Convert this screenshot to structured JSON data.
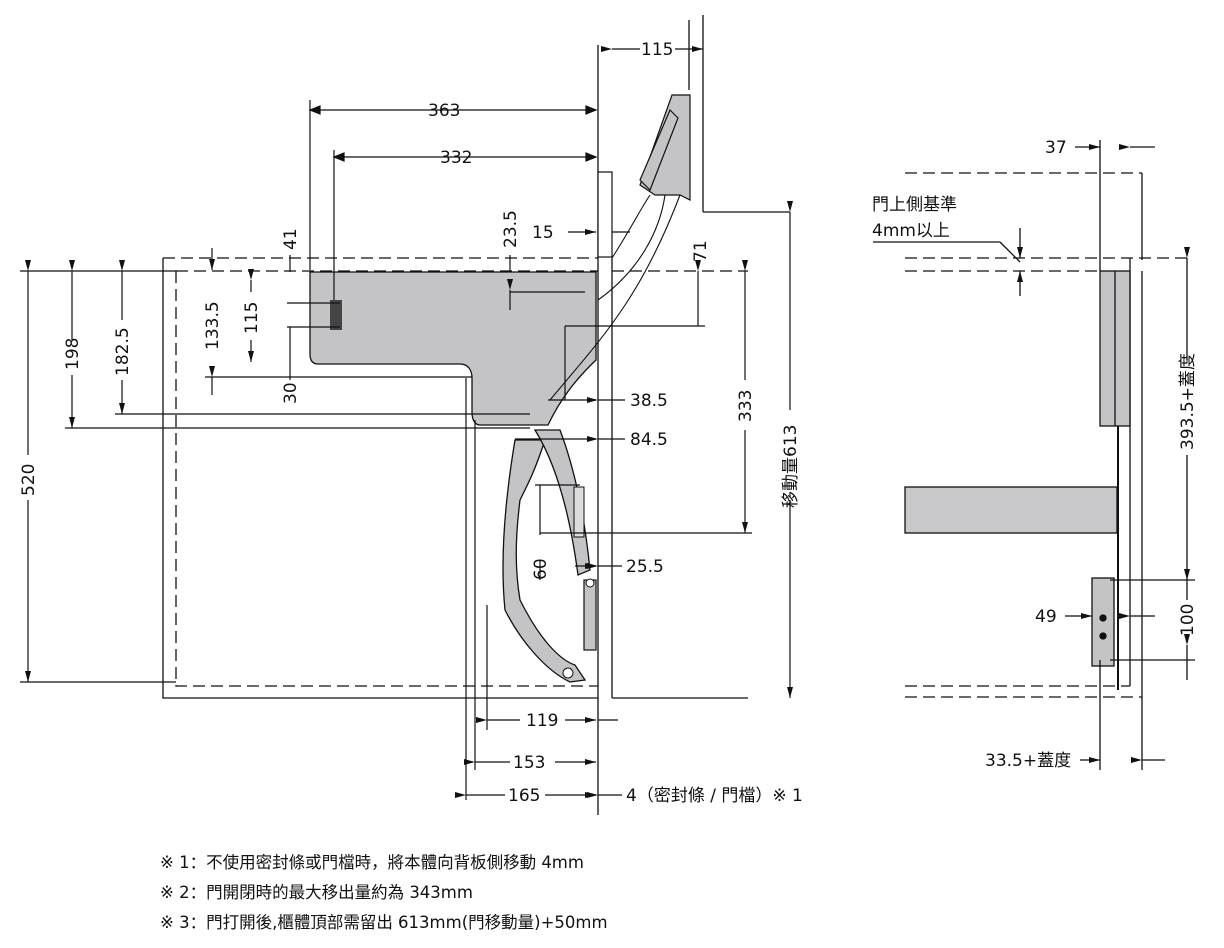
{
  "dimensions": {
    "d115_top": "115",
    "d363": "363",
    "d332": "332",
    "d23_5": "23.5",
    "d15": "15",
    "d41": "41",
    "d71": "71",
    "d133_5": "133.5",
    "d115_left": "115",
    "d30": "30",
    "d198": "198",
    "d182_5": "182.5",
    "d520": "520",
    "d38_5": "38.5",
    "d84_5": "84.5",
    "d333": "333",
    "d60": "60",
    "d25_5": "25.5",
    "d119": "119",
    "d153": "153",
    "d165": "165",
    "d4_seal": "4（密封條 / 門檔）※ 1",
    "travel": "移動量613",
    "d37": "37",
    "d49": "49",
    "d100": "100",
    "d393_5": "393.5+蓋度",
    "d33_5": "33.5+蓋度"
  },
  "labels": {
    "door_ref_line1": "門上側基準",
    "door_ref_line2": "4mm以上"
  },
  "notes": [
    "※ 1：不使用密封條或門檔時，將本體向背板側移動 4mm",
    "※ 2：門開閉時的最大移出量約為 343mm",
    "※ 3：門打開後,櫃體頂部需留出 613mm(門移動量)+50mm"
  ],
  "colors": {
    "body_fill": "#c4c4c6",
    "line": "#111111",
    "shelf_fill": "#c8c8ca"
  }
}
